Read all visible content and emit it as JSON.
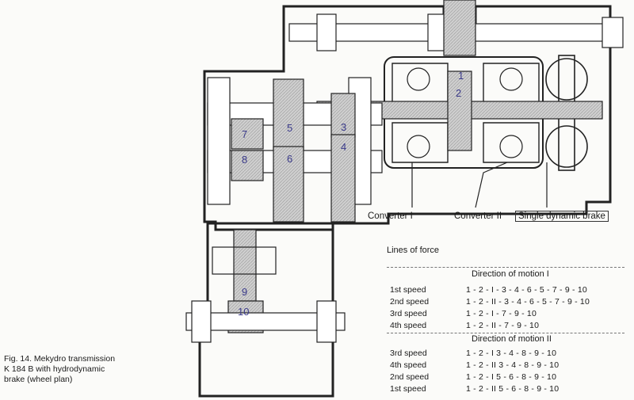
{
  "gear_numbers": [
    "1",
    "2",
    "3",
    "4",
    "5",
    "6",
    "7",
    "8",
    "9",
    "10"
  ],
  "labels": {
    "converter_1": "Converter I",
    "converter_2": "Converter II",
    "brake": "Single dynamic brake"
  },
  "table": {
    "title": "Lines of force",
    "direction_1": {
      "heading": "Direction of motion I",
      "rows": [
        {
          "speed": "1st speed",
          "sequence": "1 - 2 - I - 3 - 4 - 6 - 5 - 7 - 9 - 10"
        },
        {
          "speed": "2nd speed",
          "sequence": "1 - 2 - II - 3 - 4 - 6 - 5 - 7 - 9 - 10"
        },
        {
          "speed": "3rd speed",
          "sequence": "1 - 2 - I - 7 - 9 - 10"
        },
        {
          "speed": "4th speed",
          "sequence": "1 - 2 - II - 7 - 9 - 10"
        }
      ]
    },
    "direction_2": {
      "heading": "Direction of motion II",
      "rows": [
        {
          "speed": "3rd speed",
          "sequence": "1 - 2 - I 3 - 4 - 8 - 9 - 10"
        },
        {
          "speed": "4th speed",
          "sequence": "1 - 2 - II 3 - 4 - 8 - 9 - 10"
        },
        {
          "speed": "2nd speed",
          "sequence": "1 - 2 - I 5 - 6 - 8 - 9 - 10"
        },
        {
          "speed": "1st speed",
          "sequence": "1 - 2 - II 5 - 6 - 8 - 9 - 10"
        }
      ]
    }
  },
  "caption": "Fig. 14. Mekydro transmission\nK 184 B with hydrodynamic\nbrake (wheel plan)"
}
